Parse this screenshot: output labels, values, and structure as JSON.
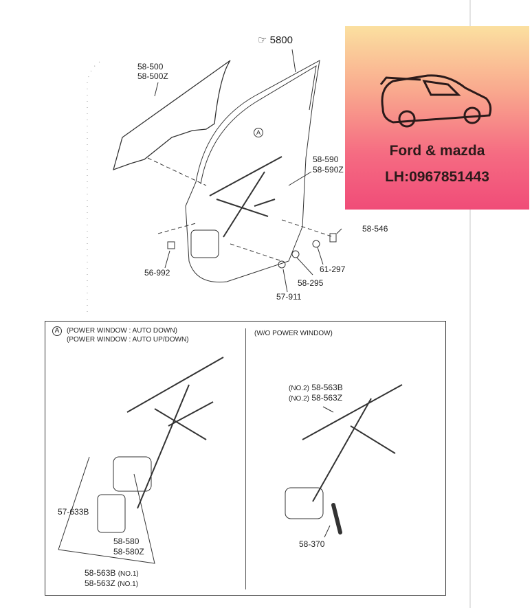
{
  "main_diagram": {
    "ref_label": "5800",
    "callout_a": "A",
    "parts": [
      "58-500",
      "58-500Z",
      "58-590",
      "58-590Z",
      "58-546",
      "61-297",
      "56-992",
      "58-295",
      "57-911"
    ]
  },
  "detail_left": {
    "marker": "A",
    "title_1": "(POWER WINDOW : AUTO DOWN)",
    "title_2": "(POWER WINDOW : AUTO UP/DOWN)",
    "parts": [
      "57-633B",
      "58-580",
      "58-580Z",
      "58-563B",
      "58-563Z"
    ],
    "no1": "(NO.1)"
  },
  "detail_right": {
    "title": "(W/O POWER WINDOW)",
    "no2": "(NO.2)",
    "parts": [
      "58-563B",
      "58-563Z",
      "58-370"
    ]
  },
  "watermark": {
    "brand": "Ford & mazda",
    "phone": "LH:0967851443"
  }
}
